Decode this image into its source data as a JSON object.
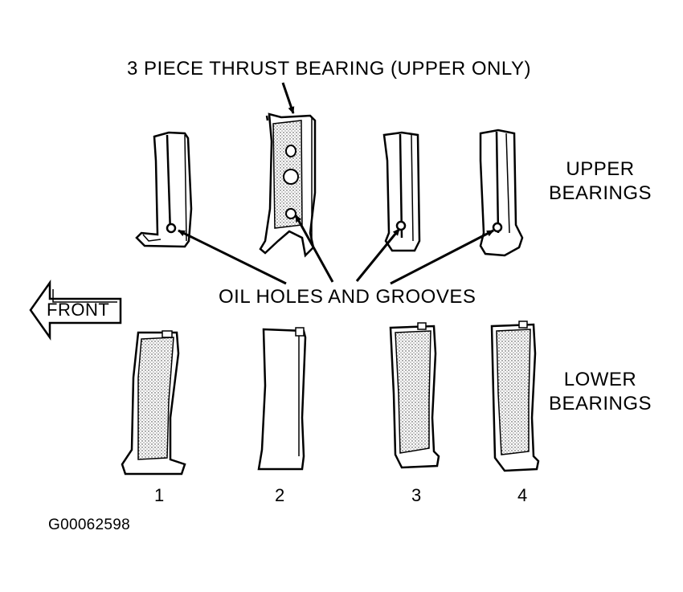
{
  "labels": {
    "thrust_title": "3 PIECE THRUST BEARING (UPPER ONLY)",
    "upper_line1": "UPPER",
    "upper_line2": "BEARINGS",
    "oil_holes": "OIL HOLES AND GROOVES",
    "front": "FRONT",
    "lower_line1": "LOWER",
    "lower_line2": "BEARINGS",
    "figure_code": "G00062598"
  },
  "positions": [
    "1",
    "2",
    "3",
    "4"
  ]
}
